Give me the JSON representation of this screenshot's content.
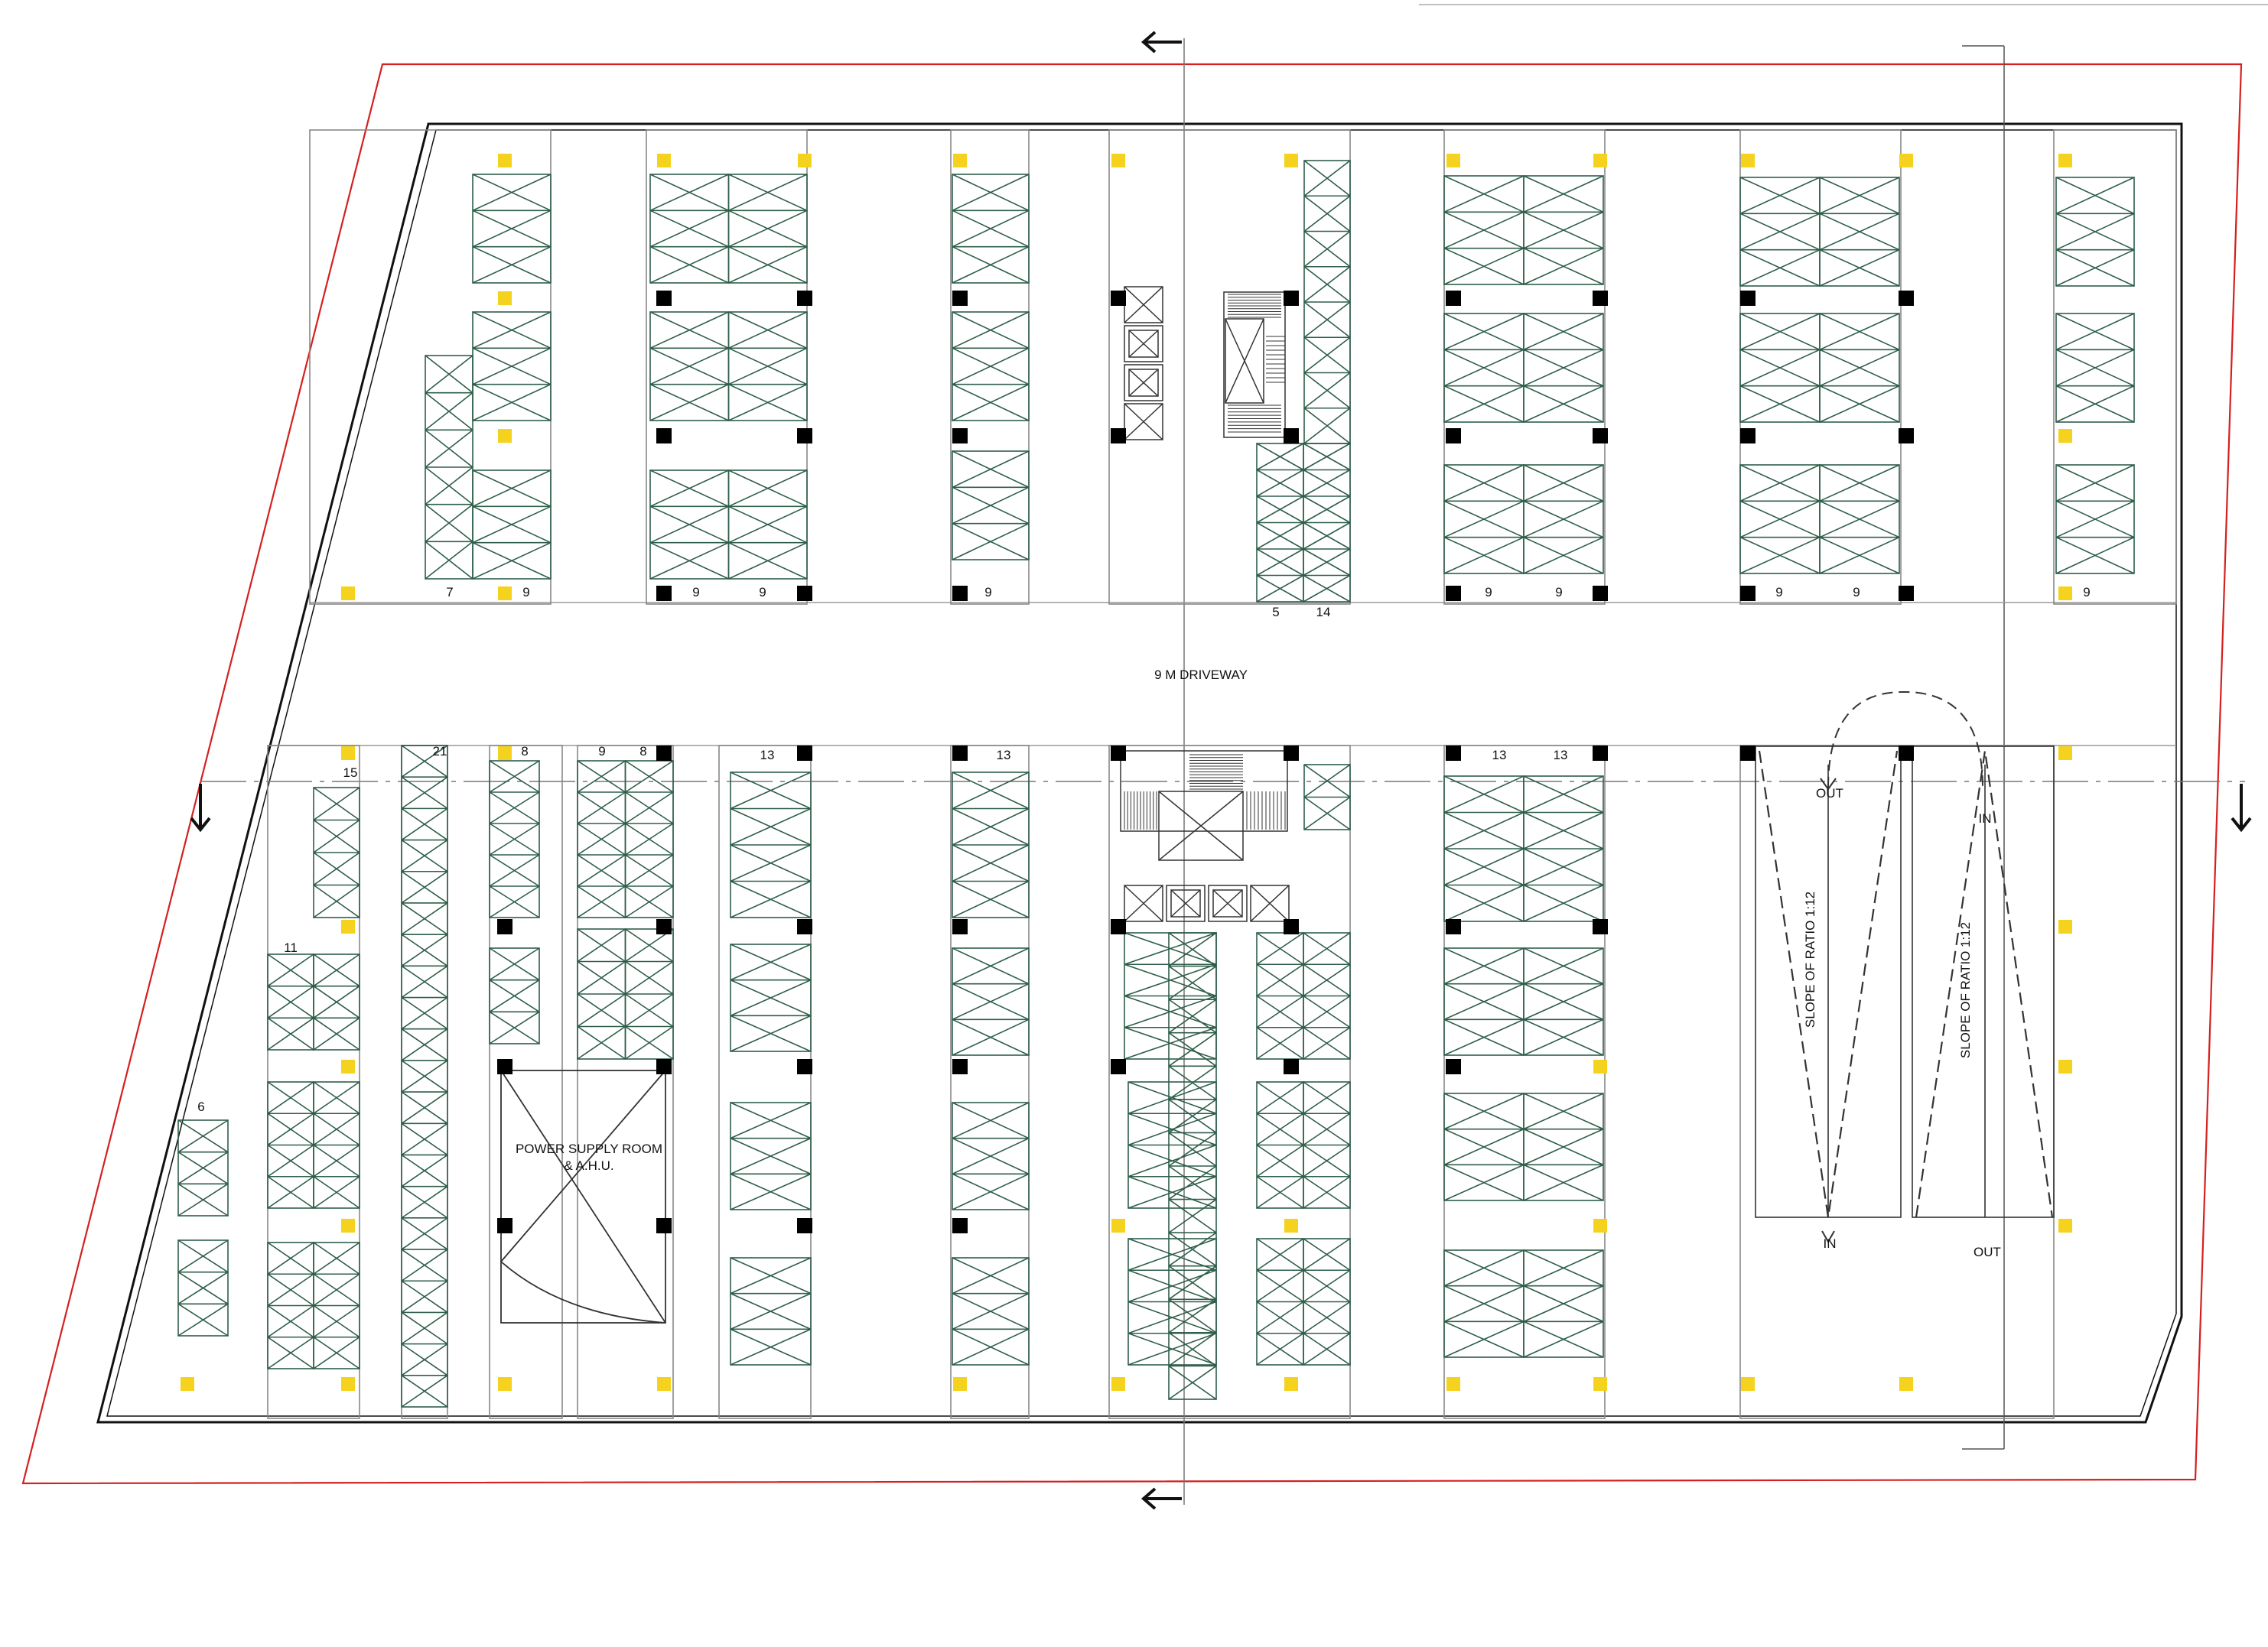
{
  "colors": {
    "plot_boundary": "#d42020",
    "building_outline": "#111111",
    "parking_stall": "#2f5e4a",
    "column_outer": "#f5d21e",
    "column_structural": "#000000",
    "grid_line": "#9a9a9a"
  },
  "labels": {
    "driveway": "9 M DRIVEWAY",
    "power_room_line1": "POWER SUPPLY ROOM",
    "power_room_line2": "& A.H.U.",
    "ramp1_slope": "SLOPE OF RATIO 1:12",
    "ramp2_slope": "SLOPE OF RATIO 1:12",
    "ramp1_top": "OUT",
    "ramp1_bottom": "IN",
    "ramp2_top": "IN",
    "ramp2_bottom": "OUT"
  },
  "stall_counts": [
    {
      "id": "t1a",
      "text": "7"
    },
    {
      "id": "t1b",
      "text": "9"
    },
    {
      "id": "t2a",
      "text": "9"
    },
    {
      "id": "t2b",
      "text": "9"
    },
    {
      "id": "t3",
      "text": "9"
    },
    {
      "id": "t4a",
      "text": "5"
    },
    {
      "id": "t4b",
      "text": "14"
    },
    {
      "id": "t5a",
      "text": "9"
    },
    {
      "id": "t5b",
      "text": "9"
    },
    {
      "id": "t6a",
      "text": "9"
    },
    {
      "id": "t6b",
      "text": "9"
    },
    {
      "id": "t7",
      "text": "9"
    },
    {
      "id": "b1",
      "text": "15"
    },
    {
      "id": "b2",
      "text": "21"
    },
    {
      "id": "b3",
      "text": "8"
    },
    {
      "id": "b4a",
      "text": "9"
    },
    {
      "id": "b4b",
      "text": "8"
    },
    {
      "id": "b5",
      "text": "13"
    },
    {
      "id": "b6",
      "text": "13"
    },
    {
      "id": "b7a",
      "text": "13"
    },
    {
      "id": "b7b",
      "text": "13"
    },
    {
      "id": "b8",
      "text": "11"
    },
    {
      "id": "b9",
      "text": "6"
    }
  ]
}
